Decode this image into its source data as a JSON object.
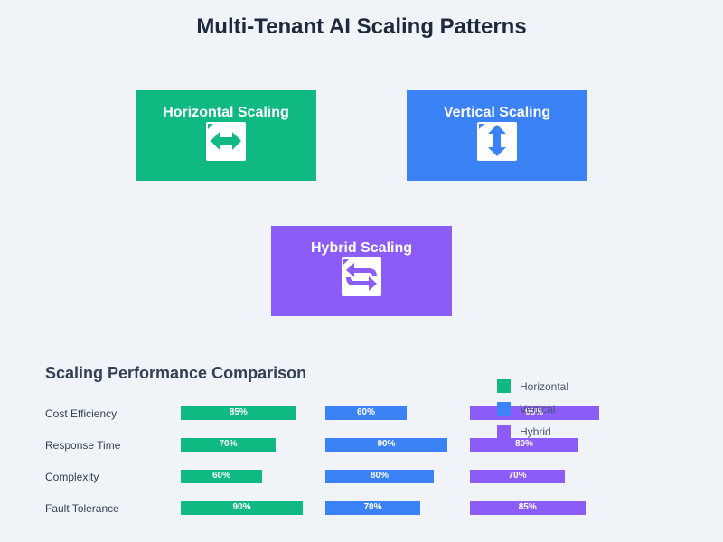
{
  "title": "Multi-Tenant AI Scaling Patterns",
  "colors": {
    "horizontal": "#10b981",
    "vertical": "#3b82f6",
    "hybrid": "#8b5cf6",
    "background": "#f0f4f8"
  },
  "patterns": {
    "horizontal": {
      "title": "Horizontal Scaling",
      "icon": "double-arrow-horizontal-icon"
    },
    "vertical": {
      "title": "Vertical Scaling",
      "icon": "double-arrow-vertical-icon"
    },
    "hybrid": {
      "title": "Hybrid Scaling",
      "icon": "cycle-arrows-icon"
    }
  },
  "comparison": {
    "title": "Scaling Performance Comparison",
    "legend": [
      "Horizontal",
      "Vertical",
      "Hybrid"
    ]
  },
  "chart_data": {
    "type": "bar",
    "categories": [
      "Cost Efficiency",
      "Response Time",
      "Complexity",
      "Fault Tolerance"
    ],
    "series": [
      {
        "name": "Horizontal",
        "values": [
          85,
          70,
          60,
          90
        ],
        "labels": [
          "85%",
          "70%",
          "60%",
          "90%"
        ]
      },
      {
        "name": "Vertical",
        "values": [
          60,
          90,
          80,
          70
        ],
        "labels": [
          "60%",
          "90%",
          "80%",
          "70%"
        ]
      },
      {
        "name": "Hybrid",
        "values": [
          95,
          80,
          70,
          85
        ],
        "labels": [
          "95%",
          "80%",
          "70%",
          "85%"
        ]
      }
    ],
    "title": "Scaling Performance Comparison",
    "xlabel": "",
    "ylabel": "",
    "ylim": [
      0,
      100
    ],
    "grid": false,
    "legend_position": "top-right"
  }
}
